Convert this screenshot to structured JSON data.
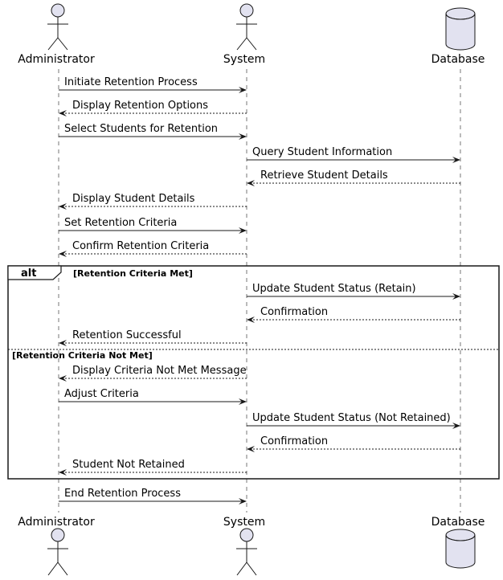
{
  "participants": [
    {
      "id": "admin",
      "name": "Administrator",
      "kind": "actor"
    },
    {
      "id": "system",
      "name": "System",
      "kind": "actor"
    },
    {
      "id": "db",
      "name": "Database",
      "kind": "database"
    }
  ],
  "messages": [
    {
      "from": "admin",
      "to": "system",
      "label": "Initiate Retention Process",
      "style": "solid"
    },
    {
      "from": "system",
      "to": "admin",
      "label": "Display Retention Options",
      "style": "dashed"
    },
    {
      "from": "admin",
      "to": "system",
      "label": "Select Students for Retention",
      "style": "solid"
    },
    {
      "from": "system",
      "to": "db",
      "label": "Query Student Information",
      "style": "solid"
    },
    {
      "from": "db",
      "to": "system",
      "label": "Retrieve Student Details",
      "style": "dashed"
    },
    {
      "from": "system",
      "to": "admin",
      "label": "Display Student Details",
      "style": "dashed"
    },
    {
      "from": "admin",
      "to": "system",
      "label": "Set Retention Criteria",
      "style": "solid"
    },
    {
      "from": "system",
      "to": "admin",
      "label": "Confirm Retention Criteria",
      "style": "dashed"
    },
    {
      "from": "system",
      "to": "db",
      "label": "Update Student Status (Retain)",
      "style": "solid"
    },
    {
      "from": "db",
      "to": "system",
      "label": "Confirmation",
      "style": "dashed"
    },
    {
      "from": "system",
      "to": "admin",
      "label": "Retention Successful",
      "style": "dashed"
    },
    {
      "from": "system",
      "to": "admin",
      "label": "Display Criteria Not Met Message",
      "style": "dashed"
    },
    {
      "from": "admin",
      "to": "system",
      "label": "Adjust Criteria",
      "style": "solid"
    },
    {
      "from": "system",
      "to": "db",
      "label": "Update Student Status (Not Retained)",
      "style": "solid"
    },
    {
      "from": "db",
      "to": "system",
      "label": "Confirmation",
      "style": "dashed"
    },
    {
      "from": "system",
      "to": "admin",
      "label": "Student Not Retained",
      "style": "dashed"
    },
    {
      "from": "admin",
      "to": "system",
      "label": "End Retention Process",
      "style": "solid"
    }
  ],
  "alt_frame": {
    "keyword": "alt",
    "condition": "[Retention Criteria Met]",
    "else_condition": "[Retention Criteria Not Met]"
  },
  "colors": {
    "participant_fill": "#E2E2F0",
    "line": "#181818",
    "lifeline": "#555555"
  }
}
